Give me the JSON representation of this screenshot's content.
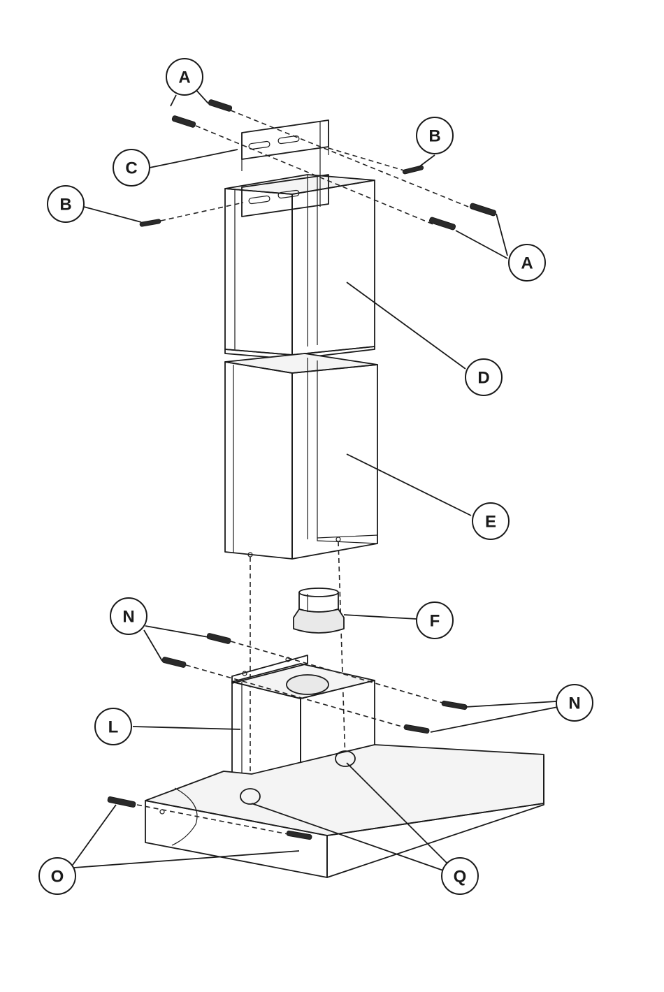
{
  "callouts": {
    "a_top": "A",
    "a_right": "A",
    "b_right": "B",
    "b_left": "B",
    "c": "C",
    "d": "D",
    "e": "E",
    "f": "F",
    "n_left": "N",
    "n_right": "N",
    "l": "L",
    "o": "O",
    "q": "Q"
  }
}
